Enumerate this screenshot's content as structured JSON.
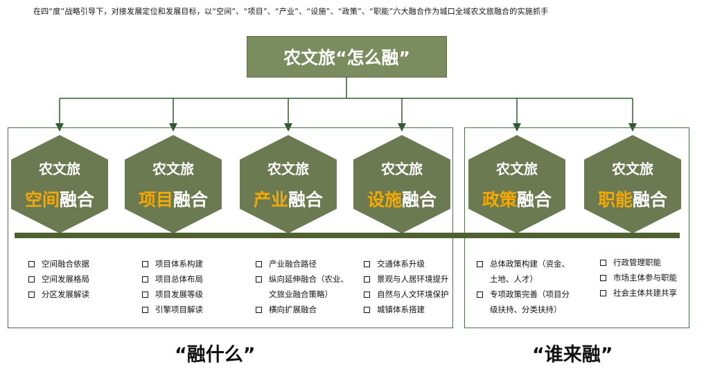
{
  "intro": "在四“度”战略引导下，对接发展定位和发展目标，以“空间”、“项目”、“产业”、“设施”、“政策”、“职能”六大融合作为城口全域农文旅融合的实施抓手",
  "title": "农文旅“怎么融”",
  "hexes": [
    {
      "top": "农文旅",
      "highlight": "空间",
      "rest": "融合"
    },
    {
      "top": "农文旅",
      "highlight": "项目",
      "rest": "融合"
    },
    {
      "top": "农文旅",
      "highlight": "产业",
      "rest": "融合"
    },
    {
      "top": "农文旅",
      "highlight": "设施",
      "rest": "融合"
    },
    {
      "top": "农文旅",
      "highlight": "政策",
      "rest": "融合"
    },
    {
      "top": "农文旅",
      "highlight": "职能",
      "rest": "融合"
    }
  ],
  "lists": [
    [
      "空间融合依据",
      "空间发展格局",
      "分区发展解读"
    ],
    [
      "项目体系构建",
      "项目总体布局",
      "项目发展等级",
      "引擎项目解读"
    ],
    [
      "产业融合路径",
      "纵向延伸融合（农业、",
      "文旅业融合策略）",
      "横向扩展融合"
    ],
    [
      "交通体系升级",
      "景观与人居环境提升",
      "自然与人文环境保护",
      "城镇体系搭建"
    ],
    [
      "总体政策构建（资金、",
      "土地、人才）",
      "专项政策完善（项目分",
      "级扶持、分类扶持）"
    ],
    [
      "行政管理职能",
      "市场主体参与职能",
      "社会主体共建共享"
    ]
  ],
  "footer": {
    "left": "“融什么”",
    "right": "“谁来融”"
  },
  "colors": {
    "hex_fill": "#6c7a52",
    "title_fill": "#7b8d5e",
    "highlight": "#f5a800",
    "band": "#4f6130",
    "frame": "#4a6e4a"
  }
}
